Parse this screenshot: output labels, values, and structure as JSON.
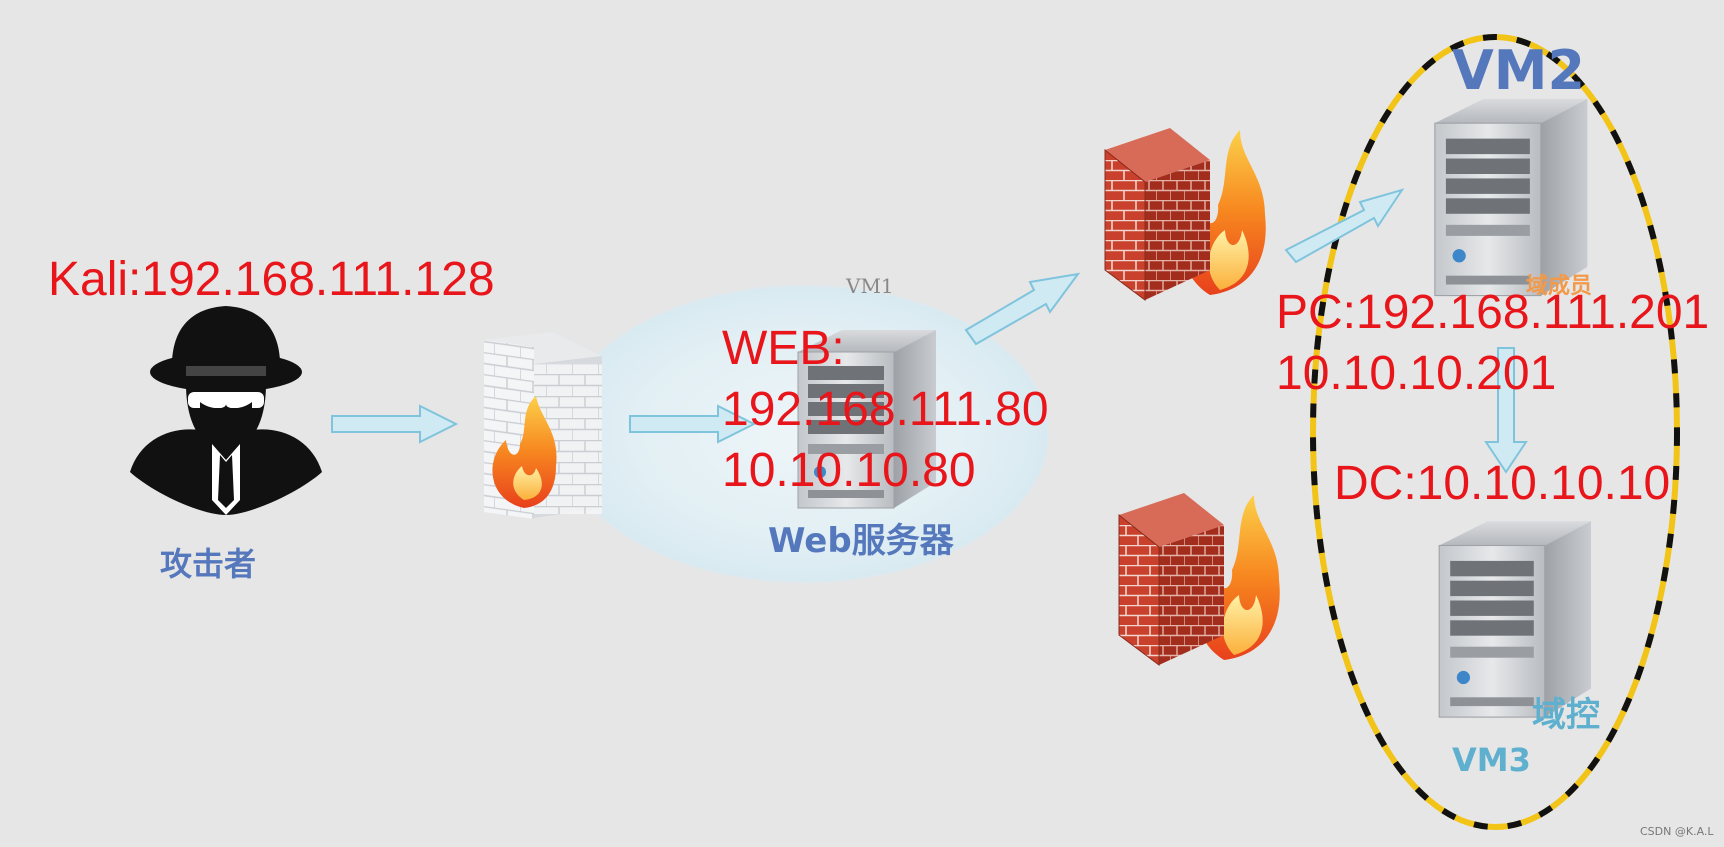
{
  "attacker": {
    "ip_label": "Kali:192.168.111.128",
    "role_label": "攻击者",
    "icon": "hacker-icon"
  },
  "edge_firewall": {
    "icon": "firewall-icon"
  },
  "web_server": {
    "vm_label": "VM1",
    "ip_label": "WEB:\n192.168.111.80\n10.10.10.80",
    "role_label": "Web服务器",
    "icon": "server-icon"
  },
  "inner_firewalls": [
    {
      "icon": "brick-firewall-icon"
    },
    {
      "icon": "brick-firewall-icon"
    }
  ],
  "domain_member": {
    "vm_label": "VM2",
    "role_label": "域成员",
    "ip_label": "PC:192.168.111.201\n10.10.10.201",
    "icon": "server-icon"
  },
  "domain_controller": {
    "vm_label": "VM3",
    "role_label": "域控",
    "ip_label": "DC:10.10.10.10",
    "icon": "server-icon"
  },
  "domain_boundary": {
    "style": "yellow-black dashed ellipse"
  },
  "colors": {
    "background": "#e6e6e6",
    "ip_text": "#e8151b",
    "vm_blue": "#5578bd",
    "vm_teal": "#5fb0cf",
    "role_orange": "#f39a4a",
    "arrow_fill": "#cfeaf3",
    "arrow_stroke": "#7fc4dc"
  },
  "credit": "CSDN @K.A.L"
}
